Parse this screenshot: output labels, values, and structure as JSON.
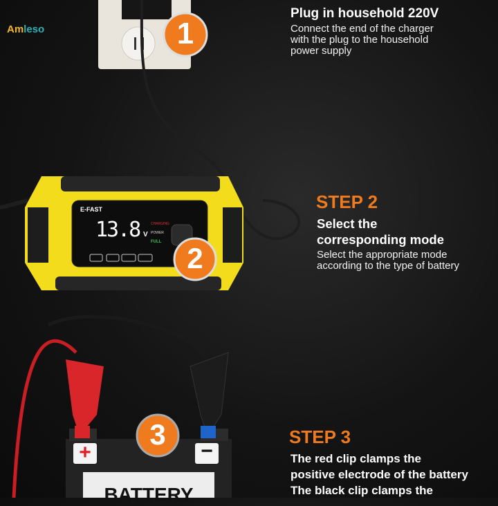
{
  "brand": {
    "logo_part1": "Am",
    "logo_part2": "leso"
  },
  "step1": {
    "number": "1",
    "title": "Plug in household 220V",
    "lines": [
      "Connect the end of the charger",
      "with the plug to the household",
      "power supply"
    ]
  },
  "step2": {
    "number": "2",
    "heading": "STEP 2",
    "title_lines": [
      "Select the",
      "corresponding mode"
    ],
    "lines": [
      "Select the appropriate mode",
      "according to the type of battery"
    ]
  },
  "step3": {
    "number": "3",
    "heading": "STEP 3",
    "lines": [
      "The red clip clamps the",
      "positive electrode of the battery",
      "The black clip clamps the"
    ]
  },
  "charger": {
    "brand": "E-FAST",
    "voltage": "13.8",
    "unit": "V",
    "status_charging": "CHARGING",
    "status_power": "POWER",
    "status_full": "FULL"
  },
  "battery": {
    "label": "BATTERY",
    "plus": "+",
    "minus": "−"
  },
  "colors": {
    "accent": "#f07b1e",
    "charger_yellow": "#f3dc1b",
    "positive_red": "#e31e24",
    "negative_blue": "#1f64c8"
  }
}
